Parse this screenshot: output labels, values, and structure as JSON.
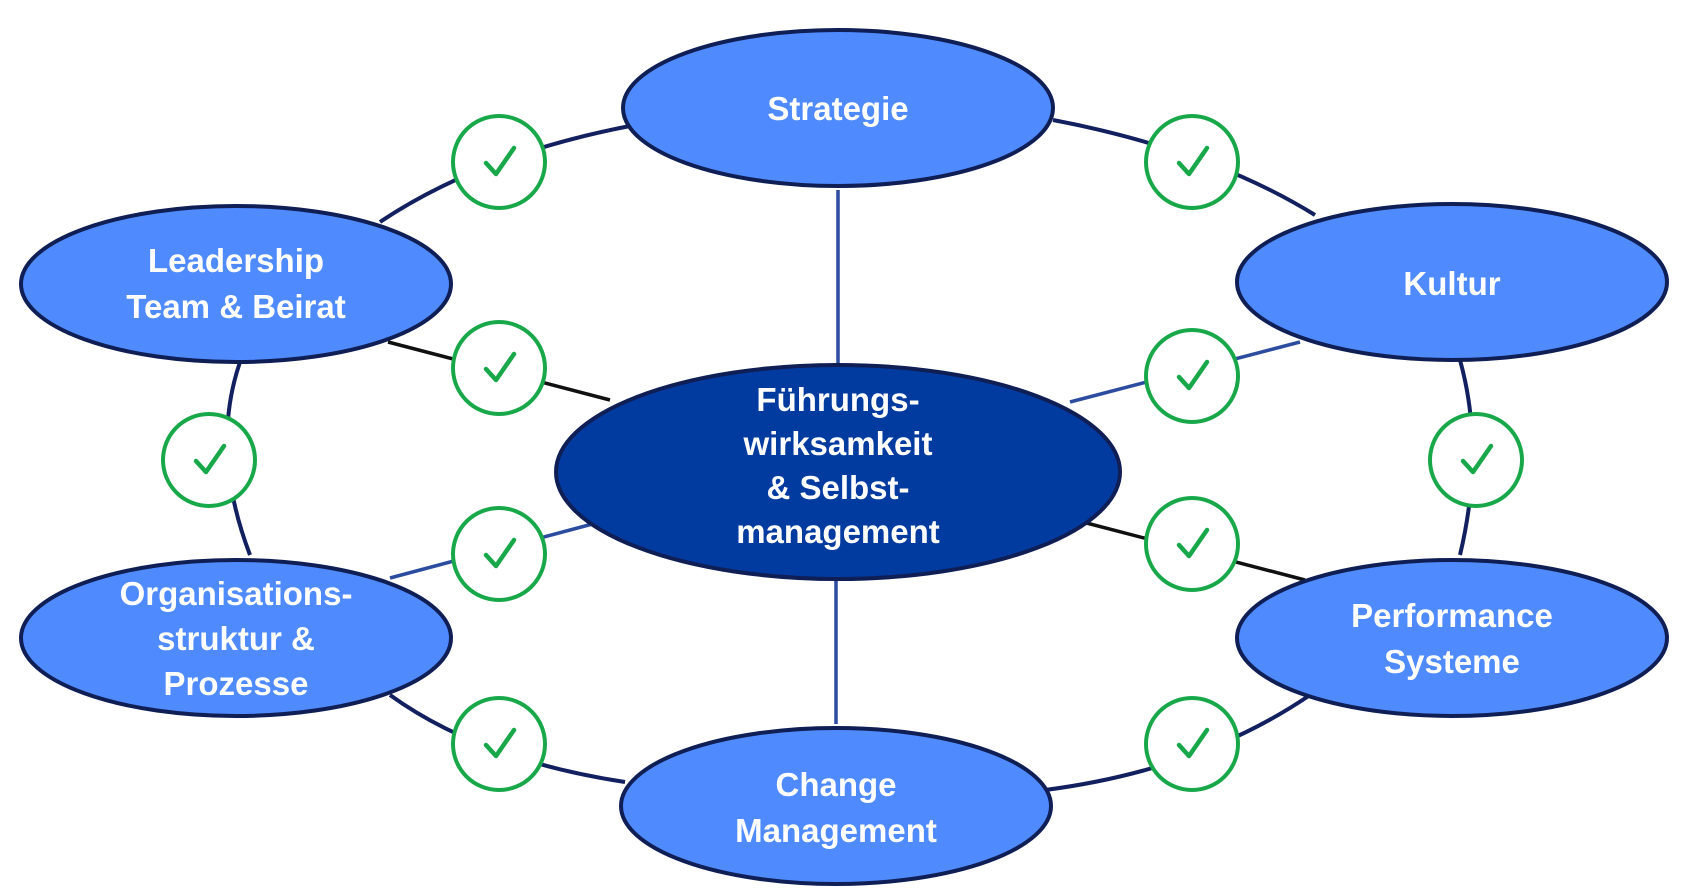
{
  "diagram": {
    "center": {
      "lines": [
        "Führungs-",
        "wirksamkeit",
        "& Selbst-",
        "management"
      ]
    },
    "nodes": {
      "strategie": {
        "lines": [
          "Strategie"
        ]
      },
      "kultur": {
        "lines": [
          "Kultur"
        ]
      },
      "performance": {
        "lines": [
          "Performance",
          "Systeme"
        ]
      },
      "change": {
        "lines": [
          "Change",
          "Management"
        ]
      },
      "organisation": {
        "lines": [
          "Organisations-",
          "struktur &",
          "Prozesse"
        ]
      },
      "leadership": {
        "lines": [
          "Leadership",
          "Team & Beirat"
        ]
      }
    },
    "check_icon": "check-icon",
    "colors": {
      "outer_node_fill": "#4F8BFF",
      "center_node_fill": "#023BA0",
      "node_outline": "#0F1E55",
      "check_green": "#18A84A",
      "label_text": "#FFFFFF"
    }
  }
}
